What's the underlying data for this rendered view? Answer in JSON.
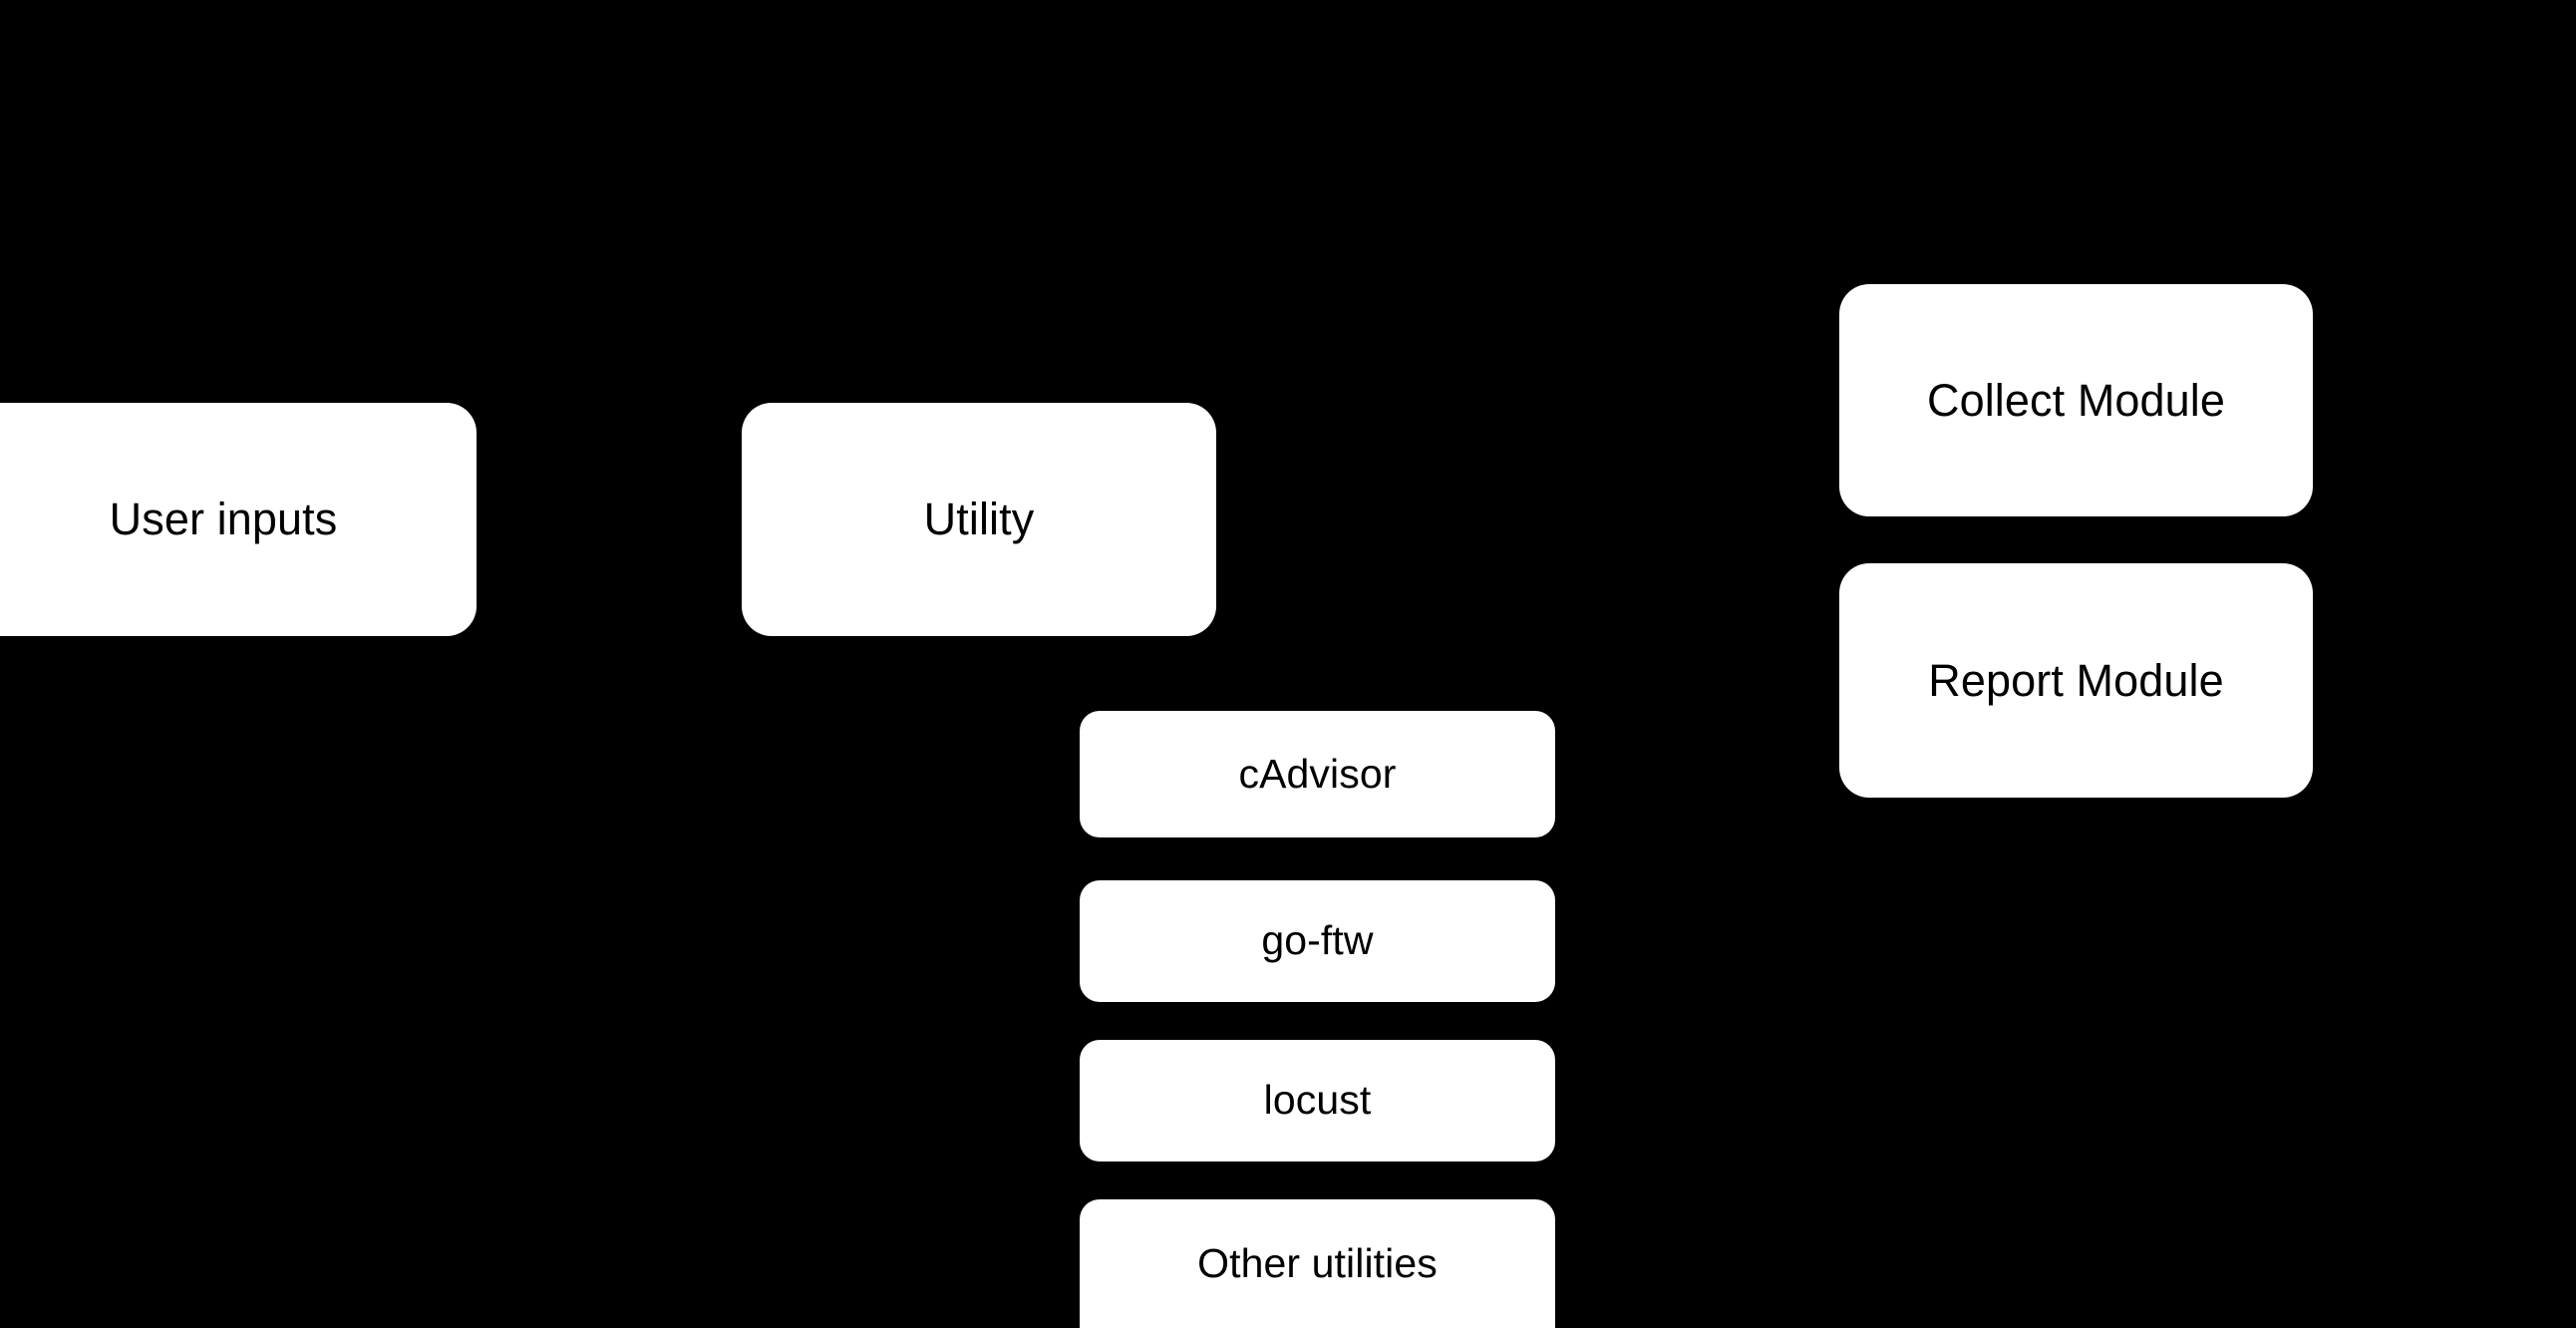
{
  "diagram": {
    "background_color": "#000000",
    "node_fill_color": "#ffffff",
    "node_text_color": "#000000",
    "nodes": [
      {
        "id": "user-inputs",
        "label": "User inputs"
      },
      {
        "id": "utility",
        "label": "Utility"
      },
      {
        "id": "cadvisor",
        "label": "cAdvisor"
      },
      {
        "id": "goftw",
        "label": "go-ftw"
      },
      {
        "id": "locust",
        "label": "locust"
      },
      {
        "id": "other",
        "label": "Other utilities"
      },
      {
        "id": "collect-module",
        "label": "Collect Module"
      },
      {
        "id": "report-module",
        "label": "Report Module"
      }
    ]
  }
}
